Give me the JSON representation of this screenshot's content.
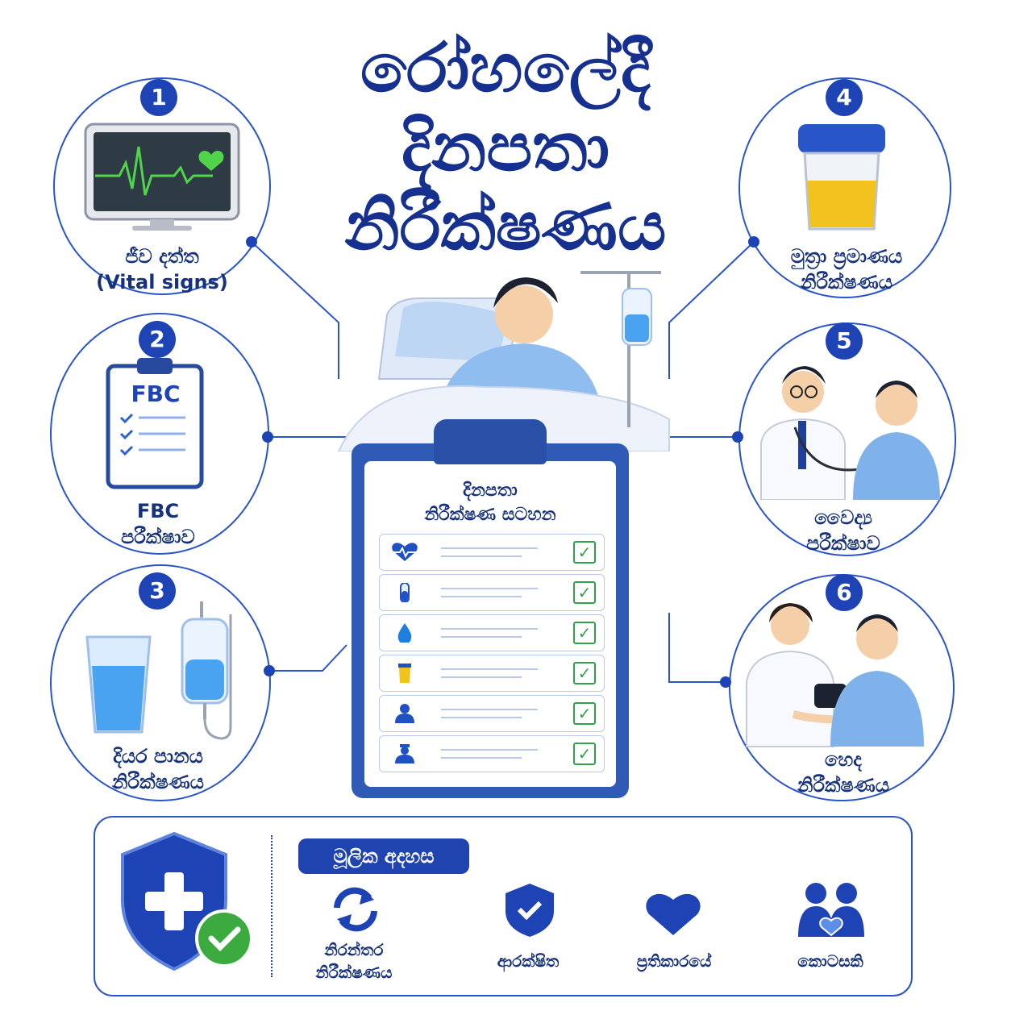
{
  "title": {
    "line1": "රෝහලේදී",
    "line2": "දිනපතා",
    "line3": "නිරීක්ෂණය"
  },
  "items": [
    {
      "number": "1",
      "label1": "ජීව දත්ත",
      "label2": "(Vital signs)",
      "icon": "heart-monitor-icon"
    },
    {
      "number": "2",
      "label1": "FBC",
      "label2": "පරීක්ෂාව",
      "icon": "clipboard-icon",
      "clipboard_text": "FBC"
    },
    {
      "number": "3",
      "label1": "දියර පානය",
      "label2": "නිරීක්ෂණය",
      "icon": "water-iv-icon"
    },
    {
      "number": "4",
      "label1": "මුත්‍රා ප්‍රමාණය",
      "label2": "නිරීක්ෂණය",
      "icon": "urine-cup-icon"
    },
    {
      "number": "5",
      "label1": "වෛද්‍ය",
      "label2": "පරීක්ෂාව",
      "icon": "doctor-icon"
    },
    {
      "number": "6",
      "label1": "හෙද",
      "label2": "නිරීක්ෂණය",
      "icon": "nurse-icon"
    }
  ],
  "chart": {
    "title1": "දිනපතා",
    "title2": "නිරීක්ෂණ සටහන",
    "rows": [
      {
        "icon": "heart-pulse-icon"
      },
      {
        "icon": "test-tube-icon"
      },
      {
        "icon": "water-drop-icon"
      },
      {
        "icon": "urine-cup-icon"
      },
      {
        "icon": "doctor-icon"
      },
      {
        "icon": "nurse-icon"
      }
    ],
    "check": "✓"
  },
  "bottom": {
    "tag": "මූලික අදහස",
    "features": [
      {
        "label1": "නිරන්තර",
        "label2": "නිරීක්ෂණය",
        "icon": "refresh-icon"
      },
      {
        "label1": "ආරක්ෂිත",
        "label2": "",
        "icon": "shield-check-icon"
      },
      {
        "label1": "ප්‍රතිකාරයේ",
        "label2": "",
        "icon": "heart-icon"
      },
      {
        "label1": "කොටසකි",
        "label2": "",
        "icon": "family-icon"
      }
    ]
  },
  "colors": {
    "primary": "#1d43b5",
    "dark": "#15308e",
    "check": "#2fa34a",
    "shield_check": "#3bab3f"
  }
}
